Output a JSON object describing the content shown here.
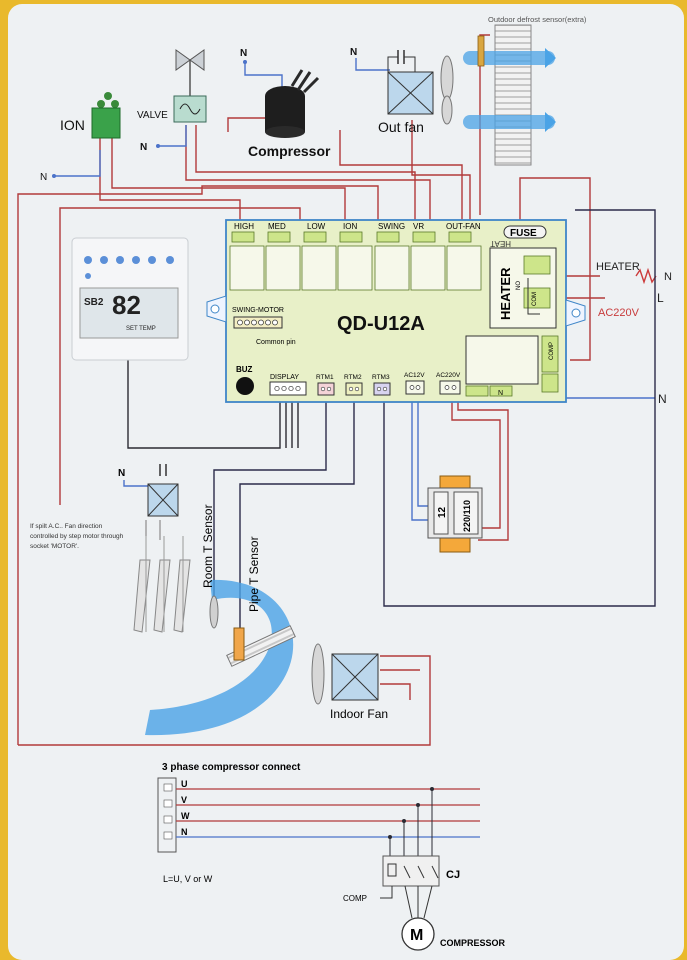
{
  "labels": {
    "outdoor_defrost_sensor": "Outdoor defrost sensor(extra)",
    "ion": "ION",
    "valve": "VALVE",
    "compressor": "Compressor",
    "out_fan": "Out fan",
    "n": "N",
    "l": "L",
    "heater_wire": "HEATER",
    "ac220v_main": "AC220V",
    "indoor_fan": "Indoor Fan",
    "room_t_sensor": "Room T Sensor",
    "pipe_t_sensor": "Pipe T Sensor",
    "split_note_1": "If spilt A.C.. Fan direction",
    "split_note_2": "controlled by step motor through",
    "split_note_3": "socket 'MOTOR'."
  },
  "board": {
    "model": "QD-U12A",
    "relays": [
      "HIGH",
      "MED",
      "LOW",
      "ION",
      "SWING",
      "VR",
      "OUT-FAN"
    ],
    "fuse": "FUSE",
    "heat_mirror": "HEAT",
    "heater_block": "HEATER",
    "no": "NO",
    "com": "COM",
    "comp": "COMP",
    "swing_motor": "SWING-MOTOR",
    "common_pin": "Common pin",
    "buz": "BUZ",
    "display": "DISPLAY",
    "rtm1": "RTM1",
    "rtm2": "RTM2",
    "rtm3": "RTM3",
    "ac12v": "AC12V",
    "ac220v": "AC220V",
    "n_terminal": "N"
  },
  "remote": {
    "lcd_left": "SB2",
    "lcd_digits": "82",
    "lcd_row": "SET TEMP"
  },
  "transformer": {
    "low": "12",
    "high": "220/110"
  },
  "three_phase": {
    "title": "3 phase compressor connect",
    "phases": [
      "U",
      "V",
      "W",
      "N"
    ],
    "note": "L=U,  V or W",
    "contactor": "CJ",
    "comp_label": "COMP",
    "motor_symbol": "M",
    "compressor": "COMPRESSOR"
  },
  "colors": {
    "red_wire": "#b23a3a",
    "blue_wire": "#4c73c9",
    "black_wire": "#2b2b33",
    "board_fill": "#e8f0c8",
    "board_border": "#3f86c8",
    "airflow": "#4aa3e6"
  }
}
